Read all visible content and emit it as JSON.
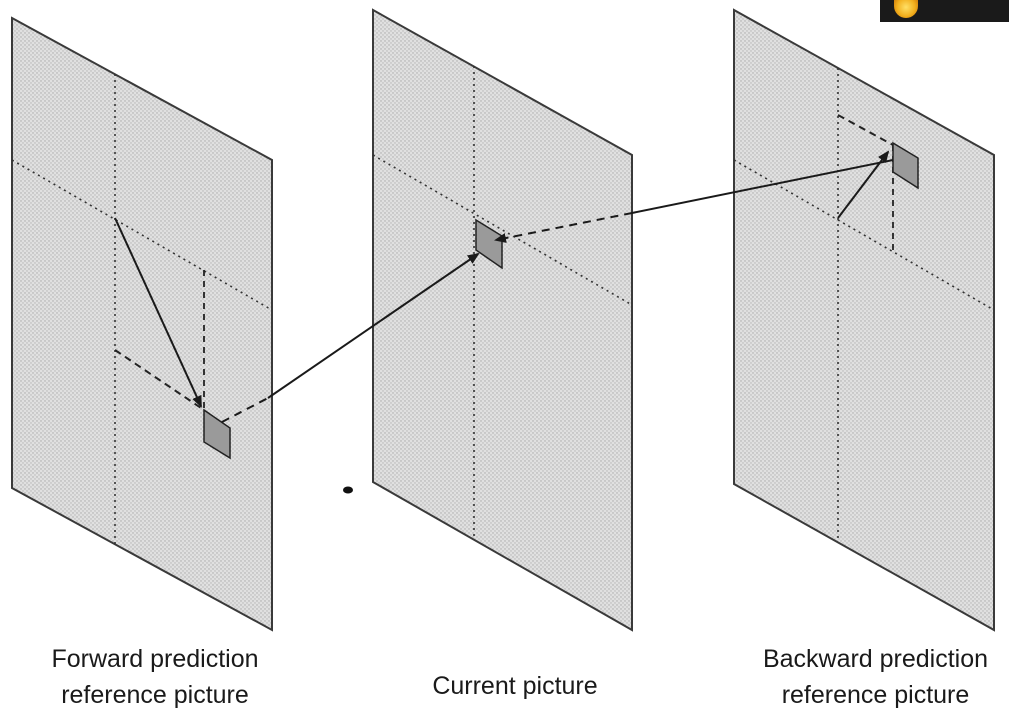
{
  "captions": {
    "forward": {
      "line1": "Forward prediction",
      "line2": "reference picture"
    },
    "current": {
      "line1": "Current picture"
    },
    "backward": {
      "line1": "Backward prediction",
      "line2": "reference picture"
    }
  },
  "colors": {
    "plane_fill": "#dcdcdc",
    "plane_stroke": "#3a3a3a",
    "block_fill": "#9a9a9a",
    "arrow": "#1a1a1a"
  }
}
